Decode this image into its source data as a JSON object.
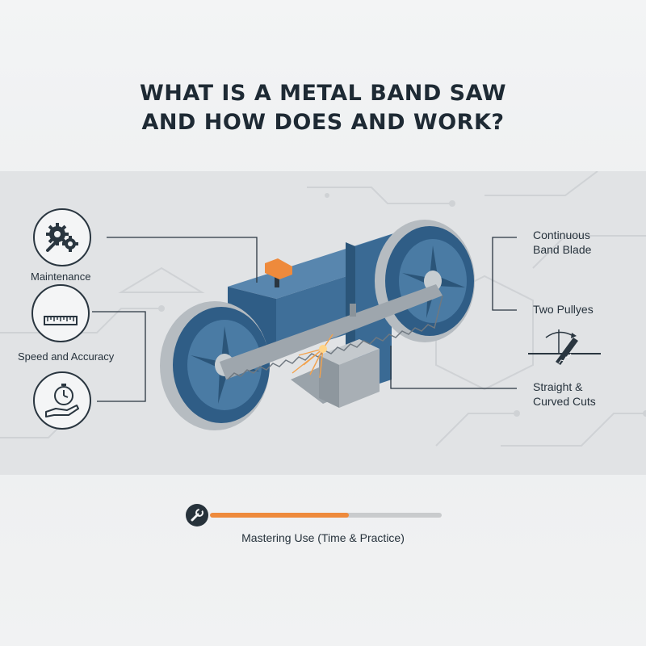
{
  "title": {
    "line1": "WHAT IS A METAL BAND SAW",
    "line2": "AND HOW DOES AND WORK?"
  },
  "left_labels": {
    "maintenance": "Maintenance",
    "speed_accuracy": "Speed and Accuracy"
  },
  "right_labels": {
    "blade_line1": "Continuous",
    "blade_line2": "Band Blade",
    "pulleys": "Two Pullyes",
    "cuts_line1": "Straight &",
    "cuts_line2": "Curved Cuts"
  },
  "icons": {
    "maintenance": "gears-wrench-icon",
    "speed_accuracy": "ruler-icon",
    "time": "stopwatch-hand-icon",
    "cuts": "angle-cut-icon",
    "progress": "wrench-icon"
  },
  "progress": {
    "label": "Mastering Use (Time & Practice)",
    "fraction": 0.6
  },
  "colors": {
    "steel_blue": "#3d6b94",
    "accent_orange": "#ee8a3c",
    "dark": "#1e2a34"
  }
}
